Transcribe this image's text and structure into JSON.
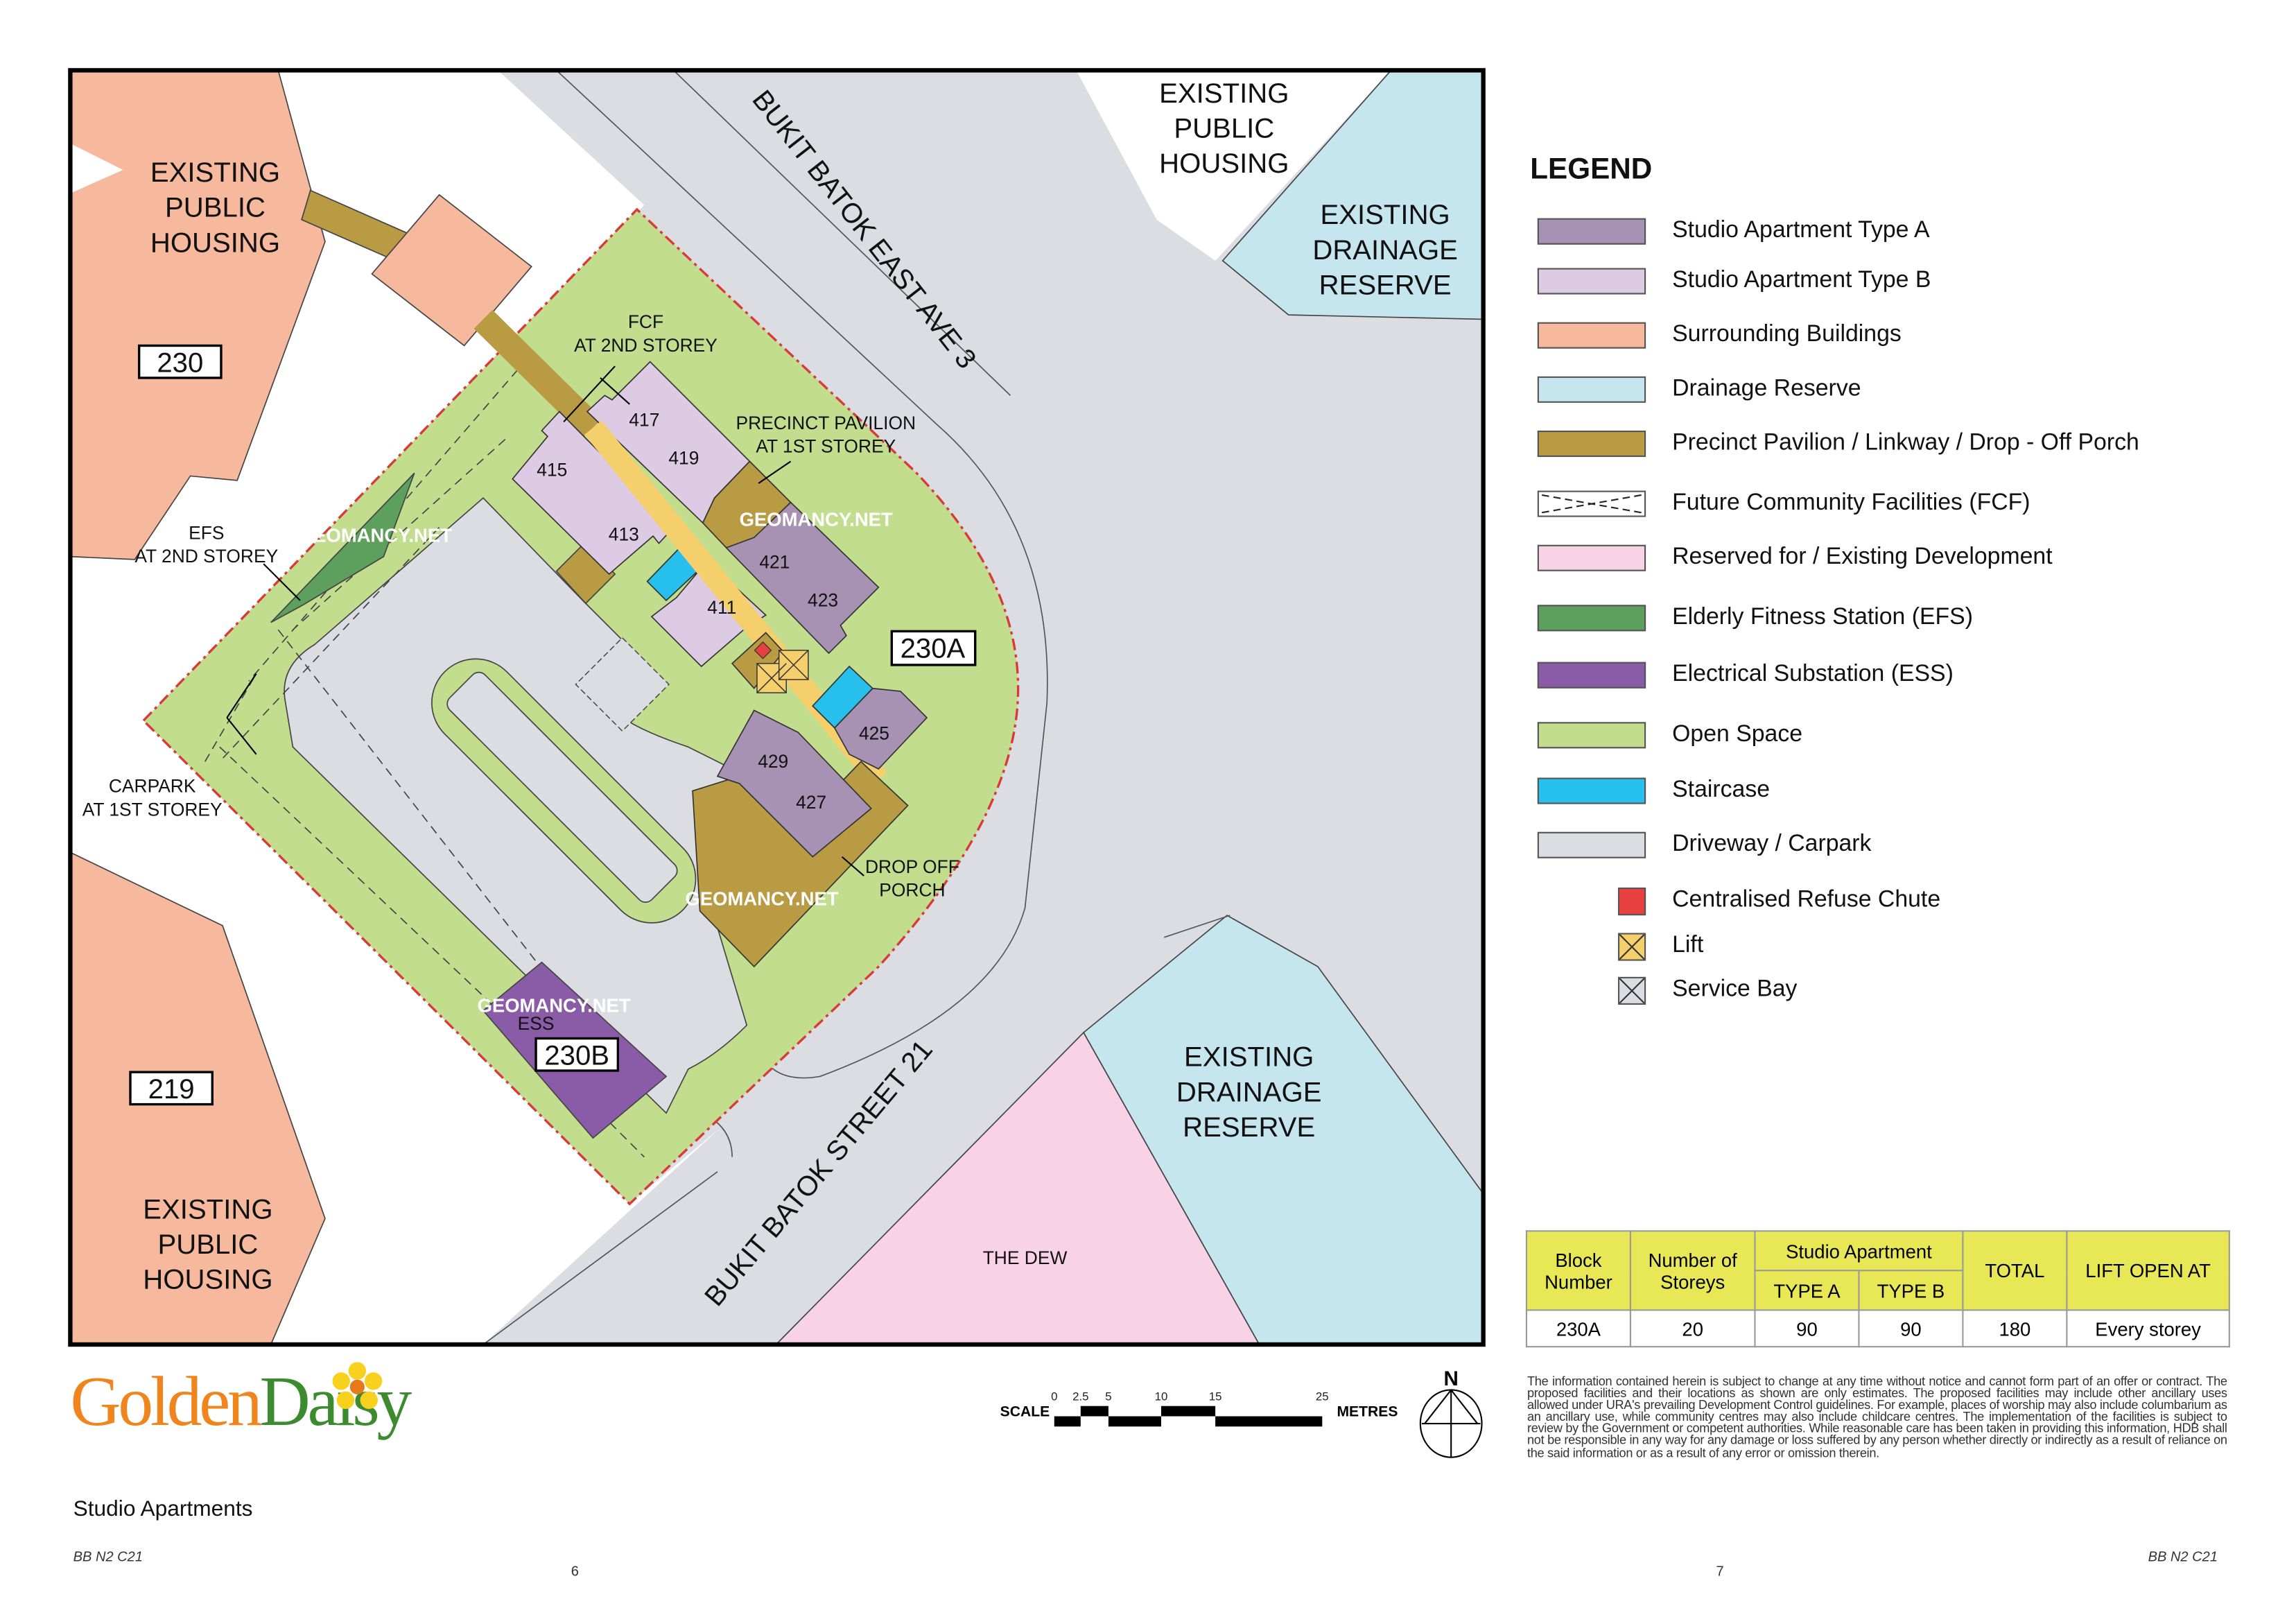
{
  "map": {
    "roads": {
      "east_ave": "BUKIT BATOK EAST AVE 3",
      "street": "BUKIT BATOK STREET 21"
    },
    "areas": {
      "housing_top_left": [
        "EXISTING",
        "PUBLIC",
        "HOUSING"
      ],
      "housing_top": [
        "EXISTING",
        "PUBLIC",
        "HOUSING"
      ],
      "housing_bottom_left": [
        "EXISTING",
        "PUBLIC",
        "HOUSING"
      ],
      "drainage_top": [
        "EXISTING",
        "DRAINAGE",
        "RESERVE"
      ],
      "drainage_bottom": [
        "EXISTING",
        "DRAINAGE",
        "RESERVE"
      ],
      "the_dew": "THE DEW"
    },
    "blocks": {
      "b230": "230",
      "b219": "219",
      "b230a": "230A",
      "b230b": "230B"
    },
    "units": [
      "417",
      "419",
      "415",
      "413",
      "421",
      "423",
      "411",
      "425",
      "429",
      "427"
    ],
    "callouts": {
      "fcf": [
        "FCF",
        "AT 2ND STOREY"
      ],
      "pavilion": [
        "PRECINCT PAVILION",
        "AT 1ST STOREY"
      ],
      "efs": [
        "EFS",
        "AT 2ND STOREY"
      ],
      "carpark": [
        "CARPARK",
        "AT 1ST STOREY"
      ],
      "dropoff": [
        "DROP OFF",
        "PORCH"
      ],
      "ess": "ESS"
    },
    "watermark": "GEOMANCY.NET"
  },
  "legend": {
    "title": "LEGEND",
    "items": [
      {
        "label": "Studio Apartment Type A",
        "color": "#a792b3"
      },
      {
        "label": "Studio Apartment Type B",
        "color": "#dccbe2"
      },
      {
        "label": "Surrounding Buildings",
        "color": "#f6b99d"
      },
      {
        "label": "Drainage Reserve",
        "color": "#c5e6ef"
      },
      {
        "label": "Precinct Pavilion / Linkway  / Drop - Off Porch",
        "color": "#b99b44"
      },
      {
        "label": "Future Community Facilities (FCF)",
        "color": "#ffffff"
      },
      {
        "label": "Reserved for / Existing Development",
        "color": "#f8d3e6"
      },
      {
        "label": "Elderly Fitness Station (EFS)",
        "color": "#5d9f5c"
      },
      {
        "label": "Electrical Substation (ESS)",
        "color": "#8a5ba6"
      },
      {
        "label": "Open Space",
        "color": "#c3dd8f"
      },
      {
        "label": "Staircase",
        "color": "#27c0ec"
      },
      {
        "label": "Driveway / Carpark",
        "color": "#dcdde3"
      },
      {
        "label": "Centralised Refuse Chute",
        "color": "#e8403e"
      },
      {
        "label": "Lift",
        "color": "#f4cf6c"
      },
      {
        "label": "Service Bay",
        "color": "#dcdde3"
      }
    ]
  },
  "table": {
    "headers": {
      "block": "Block Number",
      "storeys": "Number of Storeys",
      "studio": "Studio Apartment",
      "type_a": "TYPE A",
      "type_b": "TYPE B",
      "total": "TOTAL",
      "lift": "LIFT OPEN AT"
    },
    "rows": [
      {
        "block": "230A",
        "storeys": "20",
        "type_a": "90",
        "type_b": "90",
        "total": "180",
        "lift": "Every storey"
      }
    ]
  },
  "scale": {
    "label": "SCALE",
    "unit": "METRES",
    "ticks": [
      "0",
      "2.5",
      "5",
      "10",
      "15",
      "25"
    ]
  },
  "north": "N",
  "disclaimer": "The information contained herein is subject to change at any time without notice and cannot form part of an offer or contract. The proposed facilities and their locations as shown are only estimates. The proposed facilities may include other ancillary uses allowed under URA's prevailing Development Control guidelines. For example, places of worship may also include columbarium as an ancillary use, while community centres may also include childcare centres. The implementation of the facilities is subject to review by the Government or competent authorities. While reasonable care has been taken in providing this information, HDB shall not be responsible in any way for any damage or loss suffered by any person whether directly or indirectly as a result of reliance on the said information or as a result of any error or omission therein.",
  "logo": {
    "golden": "Golden",
    "daisy": "Daisy",
    "subtitle": "Studio Apartments"
  },
  "footer": {
    "code_left": "BB N2 C21",
    "page_left": "6",
    "page_right": "7",
    "code_right": "BB N2 C21"
  }
}
